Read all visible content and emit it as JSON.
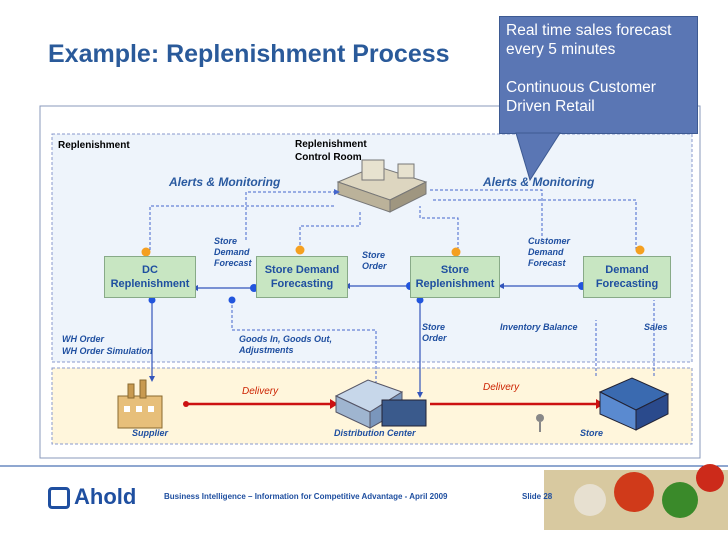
{
  "title": "Example: Replenishment Process",
  "callout": {
    "line1": "Real time sales forecast",
    "line2": "every 5 minutes",
    "line3": "Continuous Customer",
    "line4": "Driven Retail"
  },
  "panel": {
    "label": "Replenishment",
    "control_room_1": "Replenishment",
    "control_room_2": "Control Room",
    "alerts_left": "Alerts & Monitoring",
    "alerts_right": "Alerts & Monitoring"
  },
  "boxes": {
    "dc_1": "DC",
    "dc_2": "Replenishment",
    "sdf_1": "Store Demand",
    "sdf_2": "Forecasting",
    "sr_1": "Store",
    "sr_2": "Replenishment",
    "df_1": "Demand",
    "df_2": "Forecasting"
  },
  "labels": {
    "store_demand_forecast_1": "Store",
    "store_demand_forecast_2": "Demand",
    "store_demand_forecast_3": "Forecast",
    "store_order_top_1": "Store",
    "store_order_top_2": "Order",
    "customer_demand_forecast_1": "Customer",
    "customer_demand_forecast_2": "Demand",
    "customer_demand_forecast_3": "Forecast",
    "wh_order": "WH Order",
    "wh_order_sim": "WH Order Simulation",
    "goods_in_1": "Goods In, Goods Out,",
    "goods_in_2": "Adjustments",
    "store_order_bottom_1": "Store",
    "store_order_bottom_2": "Order",
    "inventory_balance": "Inventory Balance",
    "sales": "Sales"
  },
  "bottom": {
    "delivery_left": "Delivery",
    "delivery_right": "Delivery",
    "supplier": "Supplier",
    "distribution_center": "Distribution Center",
    "store": "Store"
  },
  "footer": {
    "logo": "Ahold",
    "text": "Business Intelligence – Information for Competitive Advantage - April 2009",
    "slide": "Slide 28"
  }
}
